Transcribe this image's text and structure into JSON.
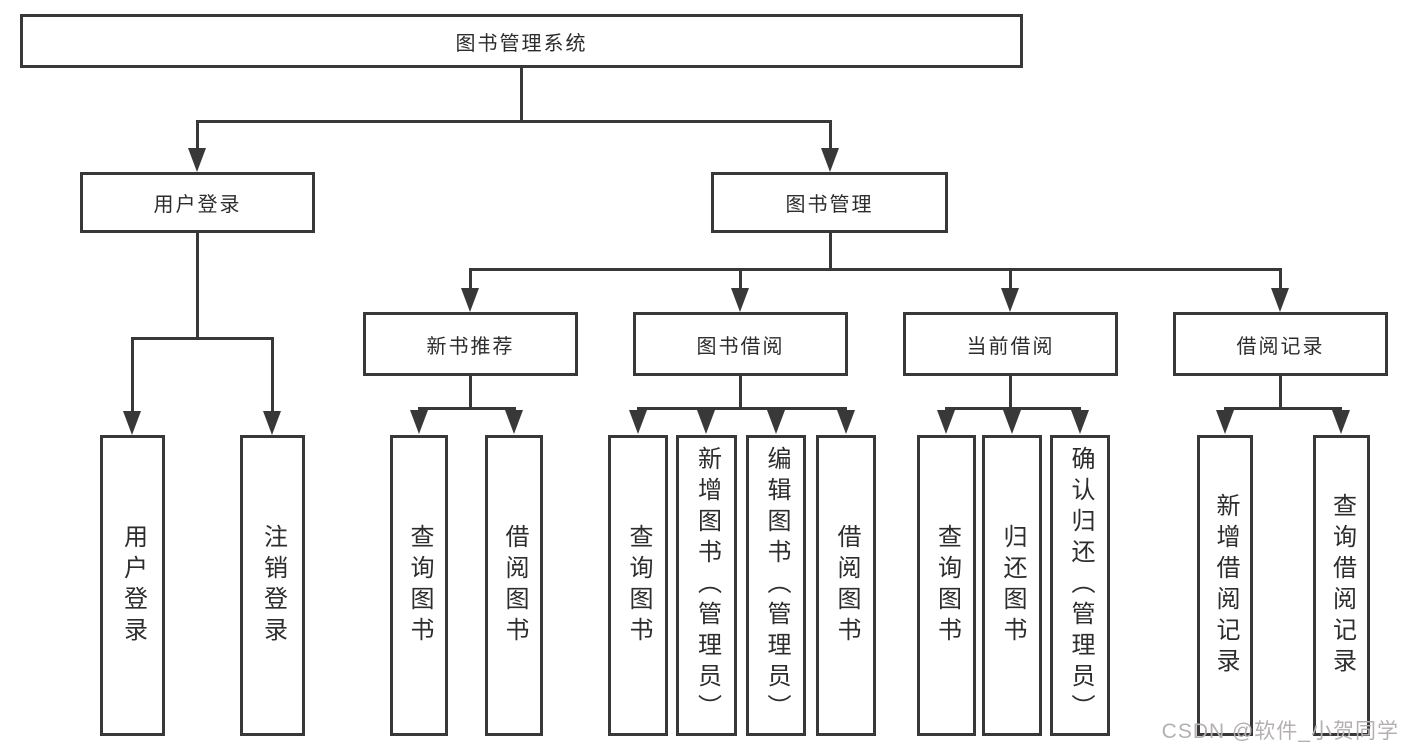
{
  "tree": {
    "root": {
      "label": "图书管理系统",
      "children": [
        {
          "label": "用户登录",
          "children": [
            {
              "label": "用户登录"
            },
            {
              "label": "注销登录"
            }
          ]
        },
        {
          "label": "图书管理",
          "children": [
            {
              "label": "新书推荐",
              "children": [
                {
                  "label": "查询图书"
                },
                {
                  "label": "借阅图书"
                }
              ]
            },
            {
              "label": "图书借阅",
              "children": [
                {
                  "label": "查询图书"
                },
                {
                  "label": "新增图书（管理员）"
                },
                {
                  "label": "编辑图书（管理员）"
                },
                {
                  "label": "借阅图书"
                }
              ]
            },
            {
              "label": "当前借阅",
              "children": [
                {
                  "label": "查询图书"
                },
                {
                  "label": "归还图书"
                },
                {
                  "label": "确认归还（管理员）"
                }
              ]
            },
            {
              "label": "借阅记录",
              "children": [
                {
                  "label": "新增借阅记录"
                },
                {
                  "label": "查询借阅记录"
                }
              ]
            }
          ]
        }
      ]
    }
  },
  "watermark": {
    "text": "CSDN @软件_小贺同学"
  },
  "theme": {
    "colors": {
      "line": "#383838",
      "text": "#2d2d2d",
      "bg": "#ffffff",
      "watermark": "#b5b0b0"
    }
  }
}
